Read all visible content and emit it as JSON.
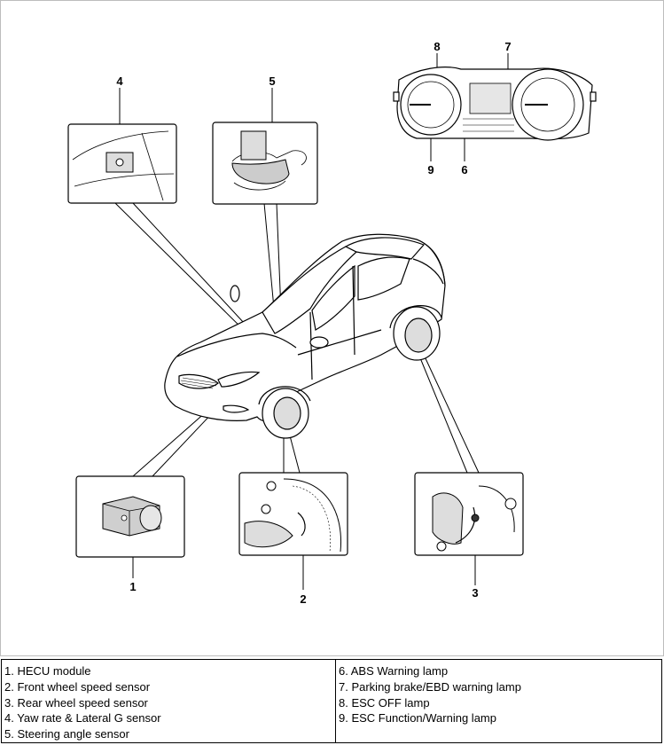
{
  "callouts": [
    "1",
    "2",
    "3",
    "4",
    "5",
    "6",
    "7",
    "8",
    "9"
  ],
  "legend": {
    "left": [
      "1. HECU module",
      "2. Front wheel speed sensor",
      "3. Rear wheel speed sensor",
      "4. Yaw rate & Lateral G sensor",
      "5. Steering angle sensor"
    ],
    "right": [
      "6. ABS Warning lamp",
      "7. Parking brake/EBD warning lamp",
      "8. ESC OFF lamp",
      "9. ESC Function/Warning lamp"
    ]
  }
}
